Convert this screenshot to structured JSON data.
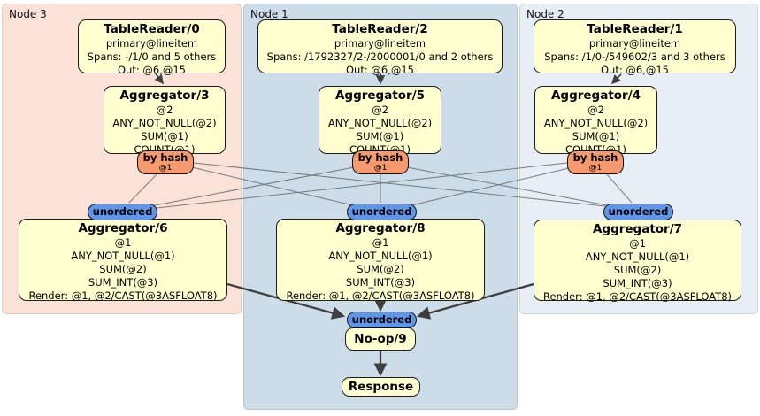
{
  "regions": [
    {
      "label": "Node 3"
    },
    {
      "label": "Node 1"
    },
    {
      "label": "Node 2"
    }
  ],
  "processors": {
    "tablereader0": {
      "title": "TableReader/0",
      "lines": [
        "primary@lineitem",
        "Spans: -/1/0 and 5 others",
        "Out: @6,@15"
      ]
    },
    "tablereader2": {
      "title": "TableReader/2",
      "lines": [
        "primary@lineitem",
        "Spans: /1792327/2-/2000001/0 and 2 others",
        "Out: @6,@15"
      ]
    },
    "tablereader1": {
      "title": "TableReader/1",
      "lines": [
        "primary@lineitem",
        "Spans: /1/0-/549602/3 and 3 others",
        "Out: @6,@15"
      ]
    },
    "aggregator3": {
      "title": "Aggregator/3",
      "lines": [
        "@2",
        "ANY_NOT_NULL(@2)",
        "SUM(@1)",
        "COUNT(@1)"
      ]
    },
    "aggregator5": {
      "title": "Aggregator/5",
      "lines": [
        "@2",
        "ANY_NOT_NULL(@2)",
        "SUM(@1)",
        "COUNT(@1)"
      ]
    },
    "aggregator4": {
      "title": "Aggregator/4",
      "lines": [
        "@2",
        "ANY_NOT_NULL(@2)",
        "SUM(@1)",
        "COUNT(@1)"
      ]
    },
    "aggregator6": {
      "title": "Aggregator/6",
      "lines": [
        "@1",
        "ANY_NOT_NULL(@1)",
        "SUM(@2)",
        "SUM_INT(@3)",
        "Render: @1, @2/CAST(@3ASFLOAT8)"
      ]
    },
    "aggregator8": {
      "title": "Aggregator/8",
      "lines": [
        "@1",
        "ANY_NOT_NULL(@1)",
        "SUM(@2)",
        "SUM_INT(@3)",
        "Render: @1, @2/CAST(@3ASFLOAT8)"
      ]
    },
    "aggregator7": {
      "title": "Aggregator/7",
      "lines": [
        "@1",
        "ANY_NOT_NULL(@1)",
        "SUM(@2)",
        "SUM_INT(@3)",
        "Render: @1, @2/CAST(@3ASFLOAT8)"
      ]
    },
    "noop": {
      "title": "No-op/9"
    },
    "response": {
      "title": "Response"
    }
  },
  "routers": {
    "by_hash": {
      "label": "by hash",
      "sub": "@1"
    },
    "unordered": {
      "label": "unordered"
    }
  },
  "colors": {
    "node3_bg": "#fbe2d9",
    "node1_bg": "#ccdde9",
    "node2_bg": "#e8eef5",
    "processor_box_bg": "#ffffcf",
    "by_hash_bg": "#f59a6e",
    "unordered_bg": "#5e96ec",
    "edge_color": "#3f3f3f"
  }
}
